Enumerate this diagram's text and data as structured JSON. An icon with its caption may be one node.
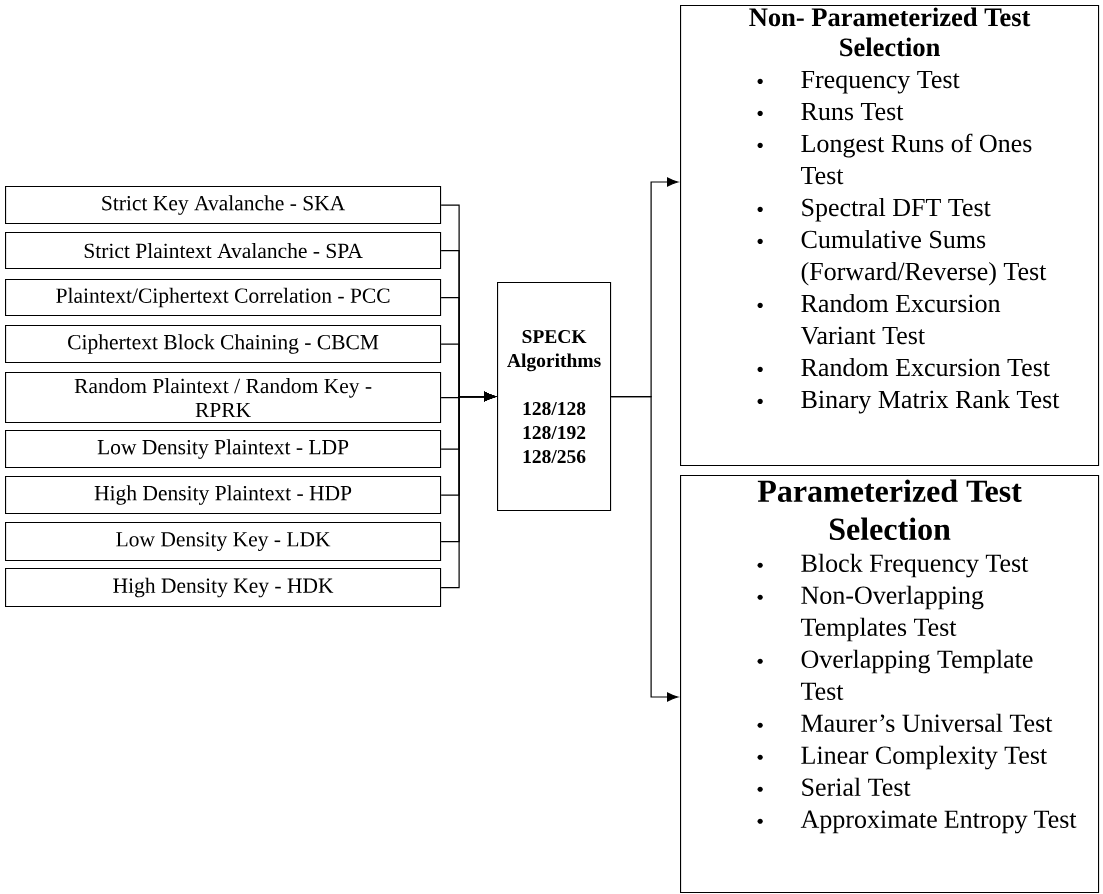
{
  "diagram": {
    "nodes": [
      {
        "text": [
          "Strict Key Avalanche - SKA"
        ]
      },
      {
        "text": [
          "Strict Plaintext Avalanche - SPA"
        ]
      },
      {
        "text": [
          "Plaintext/Ciphertext Correlation - PCC"
        ]
      },
      {
        "text": [
          "Ciphertext Block Chaining - CBCM"
        ]
      },
      {
        "text": [
          "Random Plaintext / Random Key - RPRK"
        ]
      },
      {
        "text": [
          "Low Density Plaintext - LDP"
        ]
      },
      {
        "text": [
          "High Density Plaintext - HDP"
        ]
      },
      {
        "text": [
          "Low Density Key - LDK"
        ]
      },
      {
        "text": [
          "High Density Key - HDK"
        ]
      },
      {
        "text": [
          "SPECK Algorithms",
          "128/128 128/192 128/256"
        ]
      },
      {
        "text": [
          "Non- Parameterized Test Selection",
          "Frequency Test",
          "Runs Test",
          "Longest Runs of Ones Test",
          "Spectral DFT Test",
          "Cumulative Sums (Forward/Reverse) Test",
          "Random Excursion Variant Test",
          "Random Excursion Test",
          "Binary Matrix Rank Test"
        ]
      },
      {
        "text": [
          "Parameterized Test Selection",
          "Block Frequency Test",
          "Non-Overlapping Templates Test",
          "Overlapping Template Test",
          "Maurer’s Universal Test",
          "Linear Complexity Test",
          "Serial Test",
          "Approximate Entropy Test"
        ]
      }
    ],
    "edges": [
      {
        "from": 0,
        "to": 9,
        "arrow": "to"
      },
      {
        "from": 1,
        "to": 9,
        "arrow": "to"
      },
      {
        "from": 2,
        "to": 9,
        "arrow": "to"
      },
      {
        "from": 3,
        "to": 9,
        "arrow": "to"
      },
      {
        "from": 4,
        "to": 9,
        "arrow": "to"
      },
      {
        "from": 5,
        "to": 9,
        "arrow": "to"
      },
      {
        "from": 6,
        "to": 9,
        "arrow": "to"
      },
      {
        "from": 7,
        "to": 9,
        "arrow": "to"
      },
      {
        "from": 8,
        "to": 9,
        "arrow": "to"
      },
      {
        "from": 9,
        "to": 10,
        "arrow": "to"
      },
      {
        "from": 9,
        "to": 11,
        "arrow": "to"
      }
    ]
  }
}
